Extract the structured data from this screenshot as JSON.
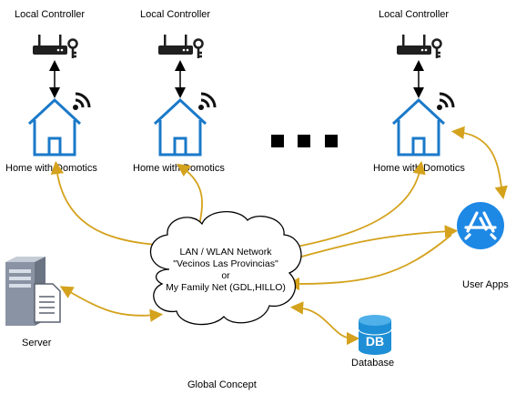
{
  "labels": {
    "controllers": [
      "Local Controller",
      "Local Controller",
      "Local Controller"
    ],
    "homes": [
      "Home with Domotics",
      "Home with Domotics",
      "Home with Domotics"
    ],
    "user_apps": "User Apps",
    "server": "Server",
    "database": "Database",
    "database_badge": "DB",
    "caption": "Global Concept"
  },
  "cloud_text": [
    "LAN / WLAN Network",
    "\"Vecinos Las Provincias\"",
    "or",
    "My Family Net (GDL,HILLO)"
  ],
  "colors": {
    "house_outline": "#1a79c9",
    "connector": "#d4a21c",
    "router": "#1f1f1f",
    "app_icon": "#1e88e5",
    "db": "#1e8fd6",
    "server_body": "#8a93a3",
    "ellipsis_squares": "#000000"
  },
  "icons": [
    "router-icon",
    "key-icon",
    "house-icon",
    "wifi-icon",
    "server-icon",
    "document-icon",
    "app-store-icon",
    "database-icon"
  ]
}
